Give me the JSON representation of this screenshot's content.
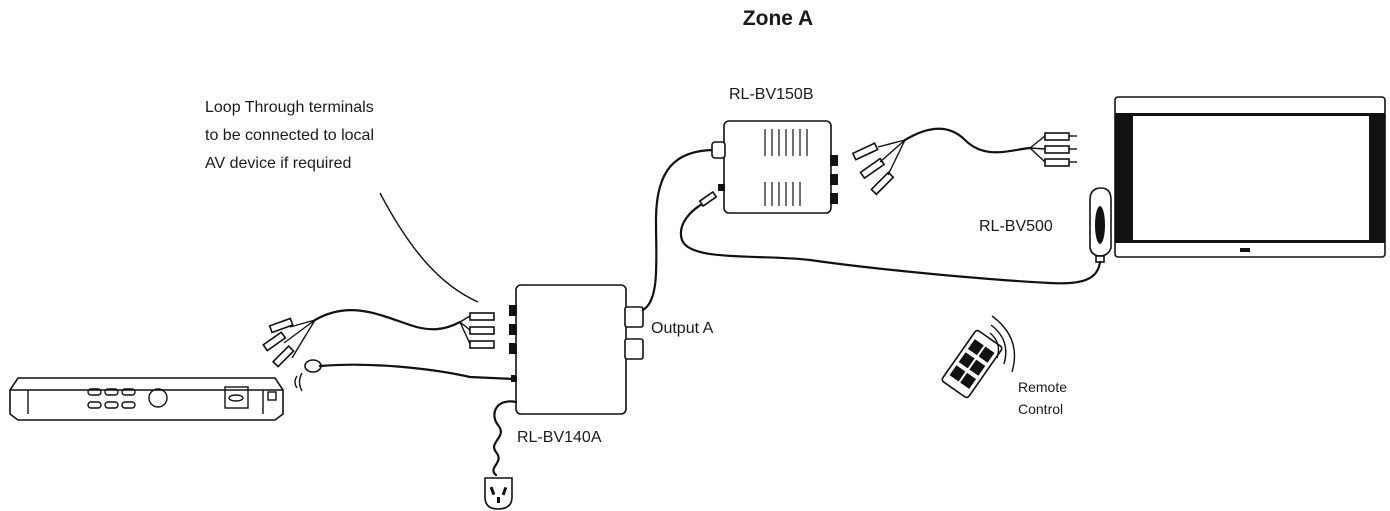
{
  "diagram": {
    "title": "Zone A",
    "labels": {
      "loop_through_line1": "Loop Through terminals",
      "loop_through_line2": "to be connected to local",
      "loop_through_line3": "AV device if required",
      "receiver": "RL-BV150B",
      "transmitter": "RL-BV140A",
      "ir_receiver": "RL-BV500",
      "output": "Output A",
      "remote_line1": "Remote",
      "remote_line2": "Control"
    },
    "colors": {
      "ink": "#111111",
      "background": "#ffffff"
    },
    "icons": {
      "source": "av-source-player-icon",
      "tv": "flat-screen-tv-icon",
      "remote": "remote-control-icon",
      "plug": "power-plug-icon"
    }
  }
}
